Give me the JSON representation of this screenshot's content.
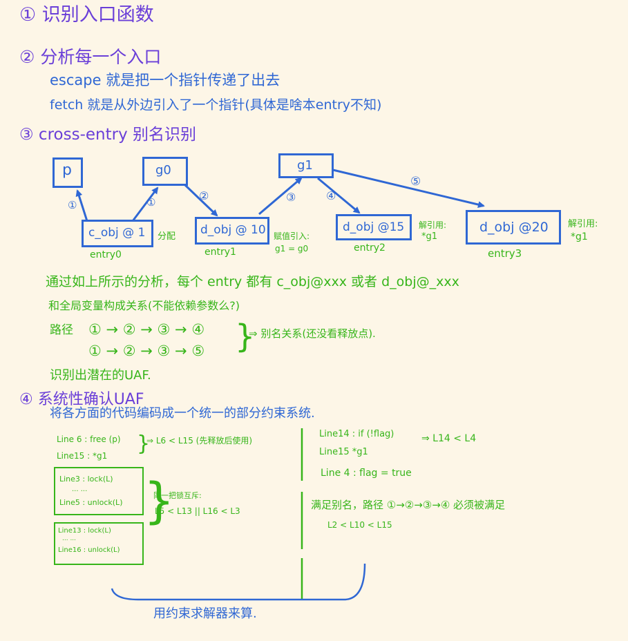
{
  "section1": {
    "title": "① 识别入口函数"
  },
  "section2": {
    "title": "② 分析每一个入口",
    "escape_line": "escape 就是把一个指针传递了出去",
    "fetch_line": "fetch 就是从外边引入了一个指针(具体是啥本entry不知)"
  },
  "section3": {
    "title": "③ cross-entry 别名识别",
    "globals": {
      "p": "p",
      "g0": "g0",
      "g1": "g1"
    },
    "entries": [
      {
        "box": "c_obj @ 1",
        "name": "entry0",
        "note": "分配"
      },
      {
        "box": "d_obj @ 10",
        "name": "entry1",
        "note": "赋值引入:",
        "note2": "g1 = g0"
      },
      {
        "box": "d_obj @15",
        "name": "entry2",
        "note": "解引用:",
        "note2": "*g1"
      },
      {
        "box": "d_obj @20",
        "name": "entry3",
        "note": "解引用:",
        "note2": "*g1"
      }
    ],
    "edges": [
      "①",
      "①",
      "②",
      "③",
      "④",
      "⑤"
    ]
  },
  "analysis": {
    "line1": "通过如上所示的分析，每个 entry 都有 c_obj@xxx 或者 d_obj@_xxx",
    "line2": "和全局变量构成关系(不能依赖参数么?)",
    "path_label": "路径",
    "path1": "① → ② → ③ → ④",
    "path2": "① → ② → ③ → ⑤",
    "alias_result": "⇒ 别名关系(还没看释放点).",
    "uaf_line": "识别出潜在的UAF."
  },
  "section4": {
    "title": "④ 系统性确认UAF",
    "subtitle": "将各方面的代码编码成一个统一的部分约束系统.",
    "left": {
      "l6": "Line 6 : free (p)",
      "l15": "Line15 : *g1",
      "free_constraint": "⇒ L6 < L15  (先释放后使用)",
      "lock_box1": [
        "Line3 : lock(L)",
        "...  ...",
        "Line5 : unlock(L)"
      ],
      "lock_box2": [
        "Line13 : lock(L)",
        "...  ...",
        "Line16 : unlock(L)"
      ],
      "lock_note": "同一把锁互斥:",
      "lock_constraint": "L5 < L13 || L16 < L3"
    },
    "right": {
      "l14": "Line14 : if (!flag)",
      "l15": "Line15      *g1",
      "cond_constraint": "⇒  L14 < L4",
      "l4": "Line 4 : flag = true",
      "alias_note": "满足别名，路径 ①→②→③→④ 必须被满足",
      "alias_constraint": "L2 < L10 < L15"
    },
    "solver": "用约束求解器来算."
  },
  "colors": {
    "purple": "#6a3fd8",
    "blue": "#2f67d4",
    "green": "#37b51a",
    "background": "#fdf6e7"
  }
}
